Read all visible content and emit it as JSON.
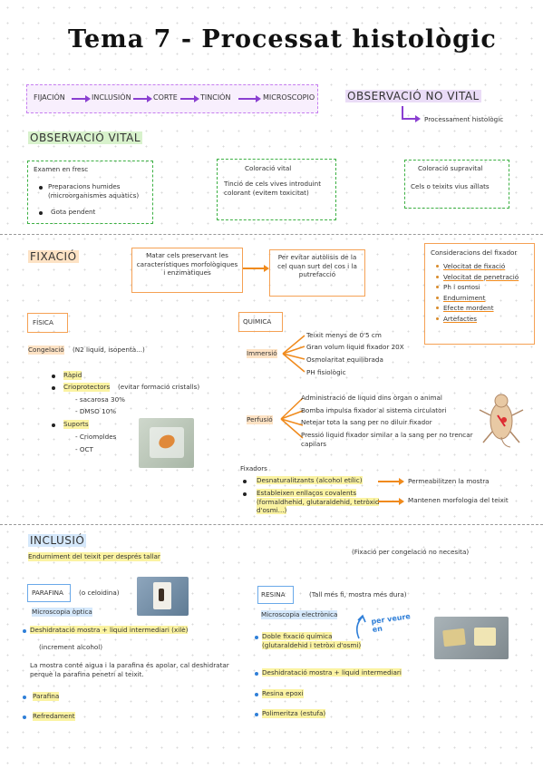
{
  "title": "Tema 7 - Processat histològic",
  "flow": {
    "steps": [
      "FIJACIÓN",
      "INCLUSIÓN",
      "CORTE",
      "TINCIÓN",
      "MICROSCOPIO"
    ]
  },
  "no_vital": {
    "title": "OBSERVACIÓ NO VITAL",
    "sub": "Processament histològic"
  },
  "vital": {
    "title": "OBSERVACIÓ VITAL",
    "fresc": {
      "title": "Examen en fresc",
      "items": [
        "Preparacions humides (microorganismes aquàtics)",
        "Gota pendent"
      ]
    },
    "coloracio_vital": {
      "title": "Coloració vital",
      "text": "Tinció de cels vives introduint colorant (evitem toxicitat)"
    },
    "supravital": {
      "title": "Coloració supravital",
      "text": "Cels o teixits vius aïllats"
    }
  },
  "fixacio": {
    "title": "FIXACIÓ",
    "def": "Matar cels preservant les característiques morfològiques i enzimàtiques",
    "def2": "Per evitar autòlisis de la cel quan surt del cos i la putrefacció",
    "considerations": {
      "title": "Consideracions del fixador",
      "items": [
        "Velocitat de fixació",
        "Velocitat de penetració",
        "Ph i osmosi",
        "Endurniment",
        "Efecte mordent",
        "Artefactes"
      ]
    },
    "fisica": {
      "title": "FÍSICA",
      "congelacio": "Congelació",
      "congelacio_note": "(N2 liquid, isopentà...)",
      "items": [
        "Ràpid",
        "Crioprotectors",
        "Suports"
      ],
      "crio_note": "(evitar formació cristalls)",
      "crio_sub": [
        "- sacarosa 30%",
        "- DMSO 10%"
      ],
      "suport_sub": [
        "- Criomoldes",
        "- OCT"
      ]
    },
    "quimica": {
      "title": "QUÍMICA",
      "immersio": "Immersió",
      "immersio_items": [
        "Teixit menys de 0'5 cm",
        "Gran volum liquid fixador 20X",
        "Osmolaritat equilibrada",
        "PH fisiològic"
      ],
      "perfusio": "Perfusió",
      "perfusio_items": [
        "Administració de liquid dins òrgan o animal",
        "Bomba impulsa fixador al sistema circulatori",
        "Netejar tota la sang per no diluir fixador",
        "Pressió liquid fixador similar a la sang per no trencar capilars"
      ],
      "fixadors_title": "Fixadors",
      "fixadors": [
        "Desnaturalitzants (alcohol etílic)",
        "Estableixen enllaços covalents (formaldhehid, glutaraldehid, tetròxid d'osmi...)"
      ],
      "fixadors_res": [
        "Permeabilitzen la mostra",
        "Mantenen morfologia del teixit"
      ]
    }
  },
  "inclusio": {
    "title": "INCLUSIÓ",
    "desc": "Endurniment del teixit per després tallar",
    "note": "(Fixació per congelació no necesita)",
    "parafina": {
      "title": "PARAFINA",
      "alt": "(o celoidina)",
      "sub": "Microscopia òptica",
      "step1": "Deshidratació mostra + liquid intermediari (xilè)",
      "step1_note": "(increment alcohol)",
      "expl": "La mostra conté aigua i la parafina és apolar, cal deshidratar perquè la parafina penetri al teixit.",
      "items": [
        "Parafina",
        "Refredament"
      ]
    },
    "resina": {
      "title": "RESINA",
      "alt": "(Tall més fi, mostra més dura)",
      "sub": "Microscopia electrònica",
      "annot": "per veure en",
      "items": [
        "Doble fixació química (glutaraldehid i tetròxi d'osmi)",
        "Deshidratació mostra + liquid intermediari",
        "Resina epoxi",
        "Polimeritza (estufa)"
      ]
    }
  }
}
